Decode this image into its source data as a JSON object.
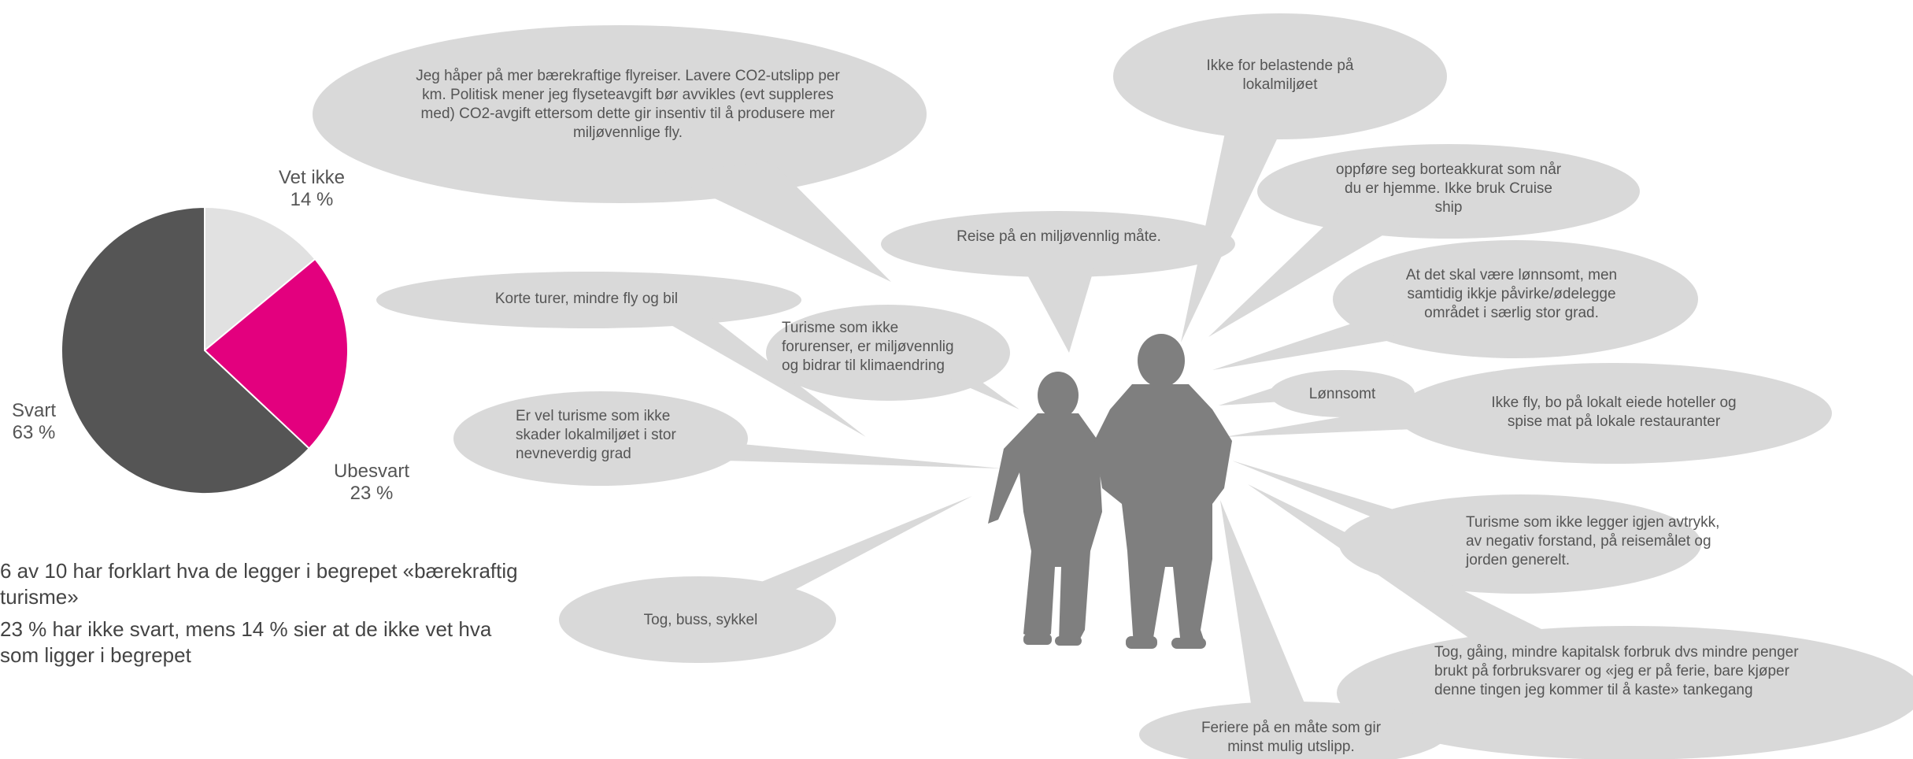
{
  "chart_data": {
    "type": "pie",
    "slices": [
      {
        "label": "Vet ikke",
        "value": 14,
        "value_text": "14 %",
        "color": "#e1e1e1"
      },
      {
        "label": "Ubesvart",
        "value": 23,
        "value_text": "23 %",
        "color": "#e3007e"
      },
      {
        "label": "Svart",
        "value": 63,
        "value_text": "63 %",
        "color": "#555555"
      }
    ]
  },
  "bullets": [
    "6 av 10 har forklart hva de legger i begrepet «bærekraftig turisme»",
    "23 % har ikke svart, mens 14 % sier at de ikke vet hva som ligger i begrepet"
  ],
  "quotes": [
    "Jeg håper på mer bærekraftige flyreiser. Lavere CO2-utslipp per km. Politisk mener jeg flyseteavgift bør avvikles (evt suppleres med) CO2-avgift ettersom dette gir insentiv til å produsere mer miljøvennlige fly.",
    "Ikke for belastende på lokalmiljøet",
    "oppføre seg borteakkurat som når du er hjemme. Ikke bruk Cruise ship",
    "Reise på en miljøvennlig måte.",
    "Korte turer, mindre fly og bil",
    "Turisme som ikke forurenser, er miljøvennlig og bidrar til klimaendring",
    "At det skal være lønnsomt, men samtidig ikkje påvirke/ødelegge området i særlig stor grad.",
    "Lønnsomt",
    "Ikke fly, bo på lokalt eiede hoteller og spise mat på lokale restauranter",
    "Er vel turisme som ikke skader lokalmiljøet i stor nevneverdig grad",
    "Turisme som ikke legger igjen avtrykk, av negativ forstand, på reisemålet og jorden generelt.",
    "Tog, buss, sykkel",
    "Tog, gåing, mindre kapitalsk forbruk dvs mindre penger brukt på forbruksvarer og «jeg er på ferie, bare kjøper denne tingen jeg kommer til å kaste» tankegang",
    "Feriere på en måte som gir minst mulig utslipp."
  ],
  "colors": {
    "bubble": "#d9d9d9",
    "silhouette": "#7f7f7f",
    "text": "#555555"
  }
}
